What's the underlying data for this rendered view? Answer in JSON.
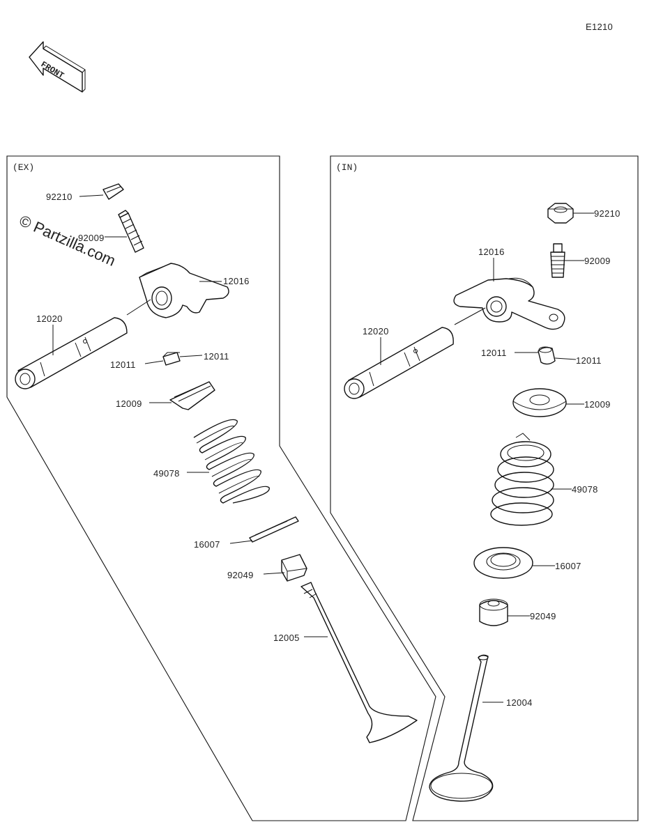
{
  "diagram": {
    "code": "E1210",
    "front_arrow_text": "FRONT",
    "watermark": "© Partzilla.com",
    "panels": [
      {
        "id": "ex",
        "label": "(EX)"
      },
      {
        "id": "in",
        "label": "(IN)"
      }
    ],
    "ex_labels": {
      "p92210": "92210",
      "p92009": "92009",
      "p12016": "12016",
      "p12020": "12020",
      "p12011a": "12011",
      "p12011b": "12011",
      "p12009": "12009",
      "p49078": "49078",
      "p16007": "16007",
      "p92049": "92049",
      "p12005": "12005"
    },
    "in_labels": {
      "p92210": "92210",
      "p92009": "92009",
      "p12016": "12016",
      "p12020": "12020",
      "p12011a": "12011",
      "p12011b": "12011",
      "p12009": "12009",
      "p49078": "49078",
      "p16007": "16007",
      "p92049": "92049",
      "p12004": "12004"
    }
  }
}
